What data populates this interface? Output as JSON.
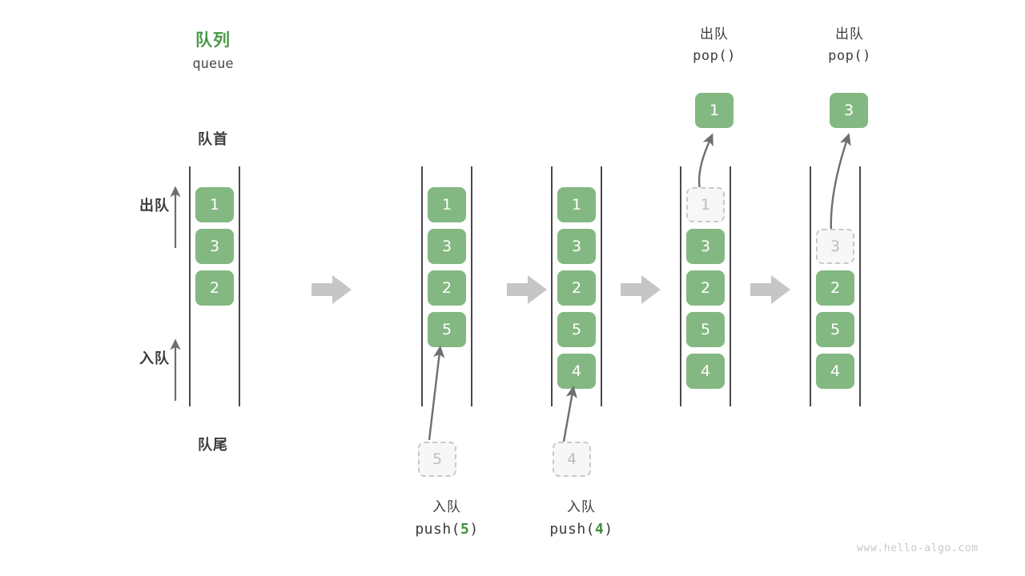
{
  "diagram": {
    "title_cn": "队列",
    "title_en": "queue",
    "front_label": "队首",
    "rear_label": "队尾",
    "dequeue_side_label": "出队",
    "enqueue_side_label": "入队",
    "watermark": "www.hello-algo.com",
    "colors": {
      "element_fill": "#84b882",
      "element_text": "#ffffff",
      "ghost_fill": "#f7f7f7",
      "ghost_border": "#c9c9c9",
      "ghost_text": "#bdbdbd",
      "rail": "#4a4a4a",
      "title_green": "#4a9a4a",
      "step_arrow": "#c6c6c6",
      "op_arrow": "#6e6e6e",
      "text": "#3c3c3c",
      "watermark": "#c8c8c8"
    }
  },
  "steps": [
    {
      "id": "initial",
      "header_cn": "",
      "header_code": "",
      "queue": [
        "1",
        "3",
        "2"
      ],
      "ghost_index": -1,
      "footer_cn": "",
      "footer_code_prefix": "",
      "footer_code_value": "",
      "footer_code_suffix": "",
      "popped_value": ""
    },
    {
      "id": "push-5",
      "header_cn": "",
      "header_code": "",
      "queue": [
        "1",
        "3",
        "2",
        "5"
      ],
      "ghost_index": -1,
      "footer_cn": "入队",
      "footer_code_prefix": "push(",
      "footer_code_value": "5",
      "footer_code_suffix": ")",
      "incoming_value": "5",
      "popped_value": ""
    },
    {
      "id": "push-4",
      "header_cn": "",
      "header_code": "",
      "queue": [
        "1",
        "3",
        "2",
        "5",
        "4"
      ],
      "ghost_index": -1,
      "footer_cn": "入队",
      "footer_code_prefix": "push(",
      "footer_code_value": "4",
      "footer_code_suffix": ")",
      "incoming_value": "4",
      "popped_value": ""
    },
    {
      "id": "pop-1",
      "header_cn": "出队",
      "header_code": "pop()",
      "queue": [
        "1",
        "3",
        "2",
        "5",
        "4"
      ],
      "ghost_index": 0,
      "footer_cn": "",
      "footer_code_prefix": "",
      "footer_code_value": "",
      "footer_code_suffix": "",
      "popped_value": "1"
    },
    {
      "id": "pop-3",
      "header_cn": "出队",
      "header_code": "pop()",
      "queue": [
        "3",
        "2",
        "5",
        "4"
      ],
      "ghost_index": 0,
      "footer_cn": "",
      "footer_code_prefix": "",
      "footer_code_value": "",
      "footer_code_suffix": "",
      "popped_value": "3"
    }
  ],
  "step_arrows": [
    {
      "name": "step-arrow-1"
    },
    {
      "name": "step-arrow-2"
    },
    {
      "name": "step-arrow-3"
    },
    {
      "name": "step-arrow-4"
    }
  ]
}
